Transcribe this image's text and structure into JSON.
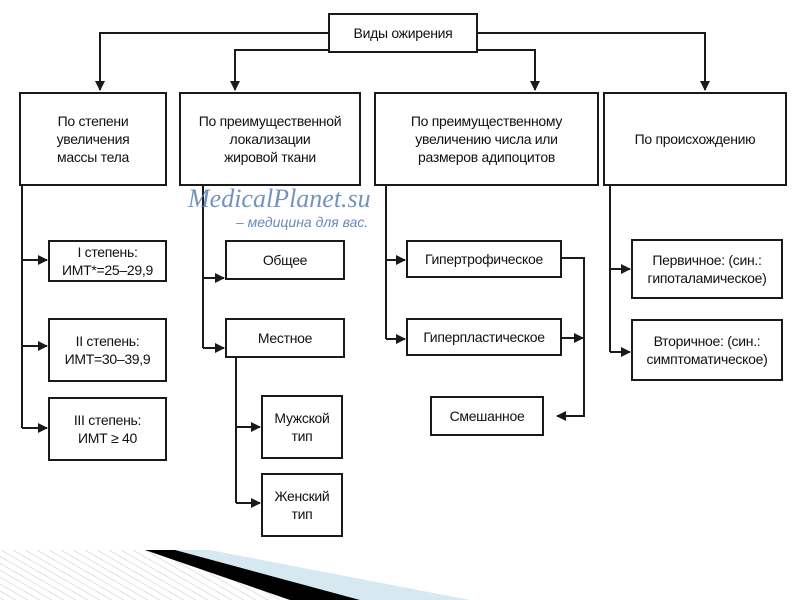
{
  "diagram": {
    "root": "Виды ожирения",
    "categories": [
      {
        "label": "По степени\nувеличения\nмассы тела",
        "children": [
          "I степень:\nИМТ*=25–29,9",
          "II степень:\nИМТ=30–39,9",
          "III степень:\nИМТ ≥ 40"
        ]
      },
      {
        "label": "По преимущественной\nлокализации\nжировой ткани",
        "children": [
          "Общее",
          "Местное"
        ],
        "subchildren_of_local": [
          "Мужской\nтип",
          "Женский\nтип"
        ]
      },
      {
        "label": "По преимущественному\nувеличению числа или\nразмеров адипоцитов",
        "children": [
          "Гипертрофическое",
          "Гиперпластическое",
          "Смешанное"
        ]
      },
      {
        "label": "По происхождению",
        "children": [
          "Первичное: (син.:\nгипоталамическое)",
          "Вторичное: (син.:\nсимптоматическое)"
        ]
      }
    ]
  },
  "watermark": {
    "title": "MedicalPlanet.su",
    "subtitle": "– медицина для вас."
  },
  "colors": {
    "line": "#1a1a1a",
    "watermark": "#5b7fb5",
    "accent_light_blue": "#d6e8f0"
  }
}
